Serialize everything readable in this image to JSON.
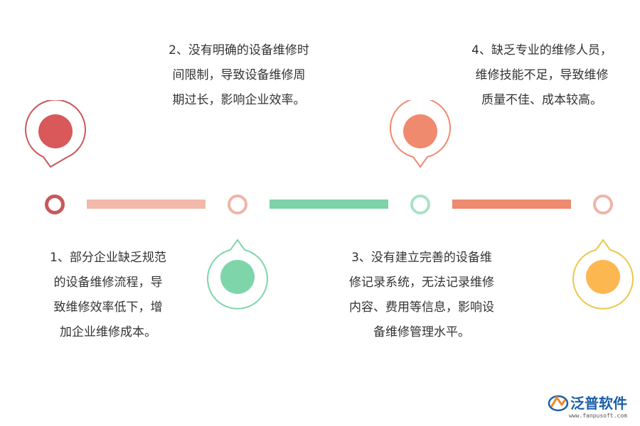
{
  "steps": [
    {
      "lines": [
        "1、部分企业缺乏规范",
        "的设备维修流程，导",
        "致维修效率低下，增",
        "加企业维修成本。"
      ]
    },
    {
      "lines": [
        "2、没有明确的设备维修时",
        "间限制，导致设备维修周",
        "期过长，影响企业效率。"
      ]
    },
    {
      "lines": [
        "3、没有建立完善的设备维",
        "修记录系统，无法记录维修",
        "内容、费用等信息，影响设",
        "备维修管理水平。"
      ]
    },
    {
      "lines": [
        "4、缺乏专业的维修人员，",
        "维修技能不足，导致维修",
        "质量不佳、成本较高。"
      ]
    }
  ],
  "colors": {
    "step1": "#d9585a",
    "step2": "#7fd5aa",
    "step3": "#ef8a6f",
    "step4": "#fdb751",
    "ring1": "#c9585a",
    "ring2": "#f0b4a8",
    "ring3": "#a8e3c6",
    "ring4": "#f0b4a8",
    "bar1": "#f2b9ab",
    "bar2": "#7dd3a7",
    "bar3": "#ee8b6e"
  },
  "logo": {
    "name": "泛普软件",
    "url": "www.fanpusoft.com"
  }
}
